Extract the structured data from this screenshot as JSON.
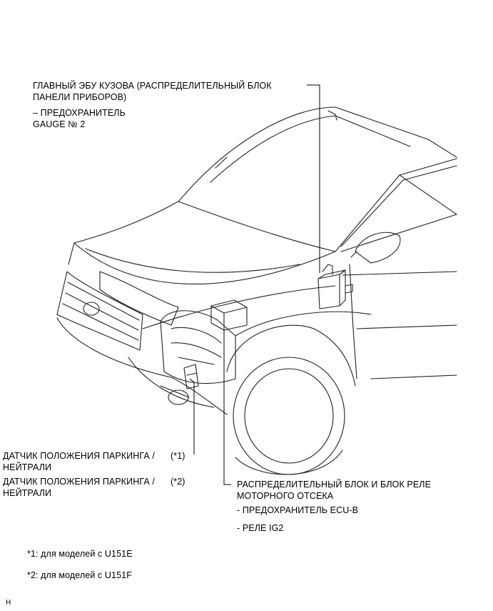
{
  "callouts": {
    "body_ecu": {
      "line1": "ГЛАВНЫЙ ЭБУ КУЗОВА (РАСПРЕДЕЛИТЕЛЬНЫЙ БЛОК",
      "line2": "ПАНЕЛИ ПРИБОРОВ)",
      "line3": "– ПРЕДОХРАНИТЕЛЬ",
      "line4": "GAUGE № 2"
    },
    "park_neutral_1": {
      "line1": "ДАТЧИК ПОЛОЖЕНИЯ ПАРКИНГА /",
      "line2": "НЕЙТРАЛИ",
      "ref": "(*1)"
    },
    "park_neutral_2": {
      "line1": "ДАТЧИК ПОЛОЖЕНИЯ ПАРКИНГА /",
      "line2": "НЕЙТРАЛИ",
      "ref": "(*2)"
    },
    "engine_room_block": {
      "line1": "РАСПРЕДЕЛИТЕЛЬНЫЙ БЛОК И БЛОК РЕЛЕ",
      "line2": "МОТОРНОГО ОТСЕКА",
      "line3": "- ПРЕДОХРАНИТЕЛЬ ECU-B",
      "line4": "- РЕЛЕ IG2"
    }
  },
  "footnotes": {
    "note1": "*1: для моделей с U151E",
    "note2": "*2: для моделей с U151F"
  },
  "corner_mark": "H"
}
